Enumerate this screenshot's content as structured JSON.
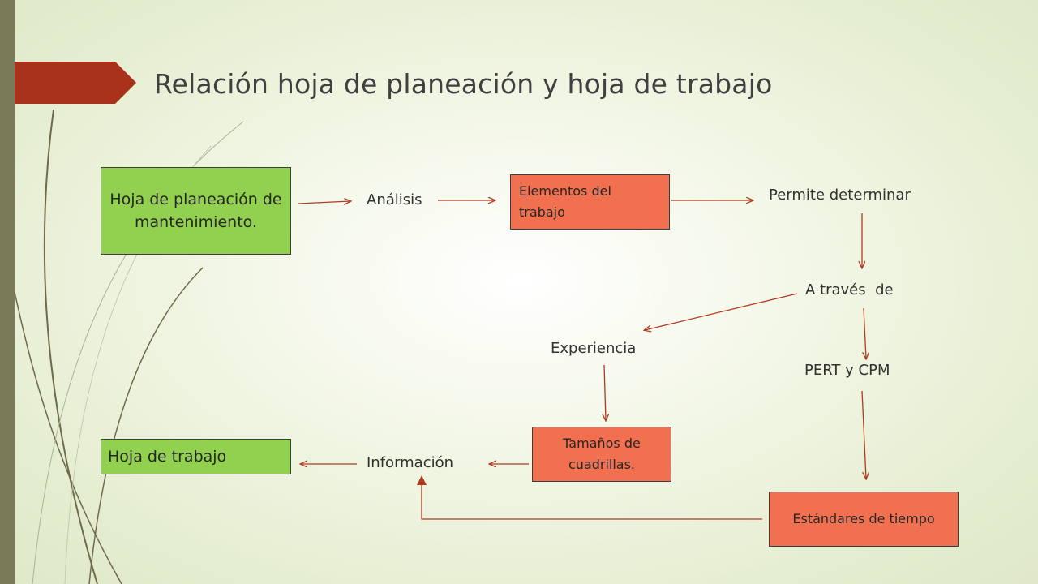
{
  "slide": {
    "title": "Relación hoja de planeación y hoja de trabajo",
    "accent_color": "#a8321a",
    "arrow_color": "#b03a20",
    "green_box_color": "#92d050",
    "orange_box_color": "#f07050"
  },
  "diagram": {
    "nodes": {
      "hoja_planeacion": "Hoja de planeación de mantenimiento.",
      "analisis": "Análisis",
      "elementos": "Elementos del trabajo",
      "permite": "Permite determinar",
      "a_traves": "A través  de",
      "experiencia": "Experiencia",
      "pert": "PERT y CPM",
      "tamanos": "Tamaños de cuadrillas.",
      "informacion": "Información",
      "hoja_trabajo": "Hoja de trabajo",
      "estandares": "Estándares de tiempo"
    },
    "edges": [
      {
        "from": "Hoja de planeación de mantenimiento.",
        "to": "Análisis"
      },
      {
        "from": "Análisis",
        "to": "Elementos del trabajo"
      },
      {
        "from": "Elementos del trabajo",
        "to": "Permite determinar"
      },
      {
        "from": "Permite determinar",
        "to": "A través  de"
      },
      {
        "from": "A través  de",
        "to": "Experiencia"
      },
      {
        "from": "A través  de",
        "to": "PERT y CPM"
      },
      {
        "from": "Experiencia",
        "to": "Tamaños de cuadrillas."
      },
      {
        "from": "PERT y CPM",
        "to": "Estándares de tiempo"
      },
      {
        "from": "Tamaños de cuadrillas.",
        "to": "Información"
      },
      {
        "from": "Estándares de tiempo",
        "to": "Información"
      },
      {
        "from": "Información",
        "to": "Hoja de trabajo"
      }
    ]
  }
}
